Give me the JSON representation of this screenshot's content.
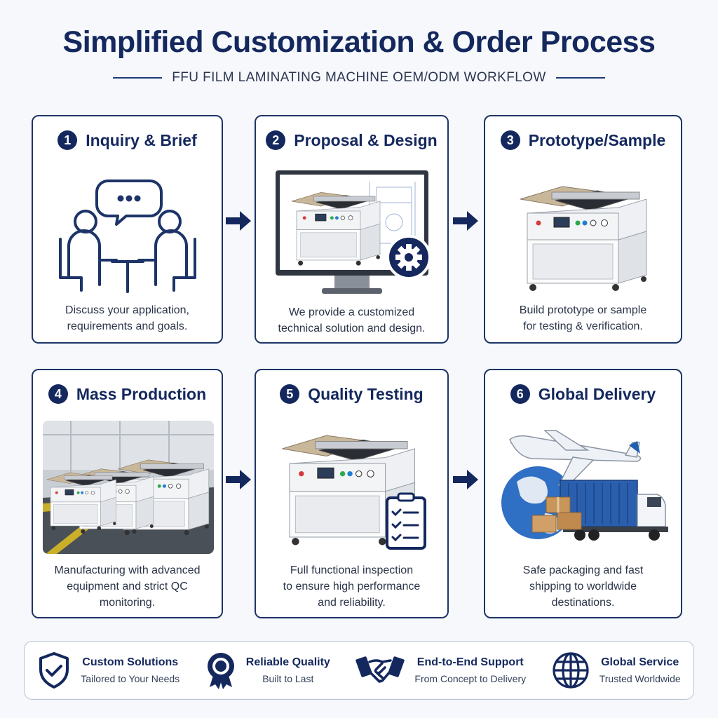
{
  "header": {
    "title": "Simplified Customization & Order Process",
    "subtitle": "FFU FILM LAMINATING MACHINE OEM/ODM WORKFLOW"
  },
  "steps": [
    {
      "number": "1",
      "title": "Inquiry & Brief",
      "lines": [
        "Discuss your application,",
        "requirements and goals."
      ],
      "icon": "meeting-icon"
    },
    {
      "number": "2",
      "title": "Proposal & Design",
      "lines": [
        "We provide a customized",
        "technical solution and design."
      ],
      "icon": "monitor-design-icon"
    },
    {
      "number": "3",
      "title": "Prototype/Sample",
      "lines": [
        "Build prototype or sample",
        "for testing & verification."
      ],
      "icon": "machine-image"
    },
    {
      "number": "4",
      "title": "Mass Production",
      "lines": [
        "Manufacturing with advanced",
        "equipment and strict QC",
        "monitoring."
      ],
      "icon": "factory-image"
    },
    {
      "number": "5",
      "title": "Quality Testing",
      "lines": [
        "Full functional inspection",
        "to ensure high performance",
        "and reliability."
      ],
      "icon": "checklist-icon"
    },
    {
      "number": "6",
      "title": "Global Delivery",
      "lines": [
        "Safe packaging and fast",
        "shipping to worldwide",
        "destinations."
      ],
      "icon": "delivery-icon"
    }
  ],
  "features": [
    {
      "title": "Custom Solutions",
      "subtitle": "Tailored to Your Needs",
      "icon": "shield-check-icon"
    },
    {
      "title": "Reliable Quality",
      "subtitle": "Built to Last",
      "icon": "award-ribbon-icon"
    },
    {
      "title": "End-to-End Support",
      "subtitle": "From Concept to Delivery",
      "icon": "handshake-icon"
    },
    {
      "title": "Global Service",
      "subtitle": "Trusted Worldwide",
      "icon": "globe-icon"
    }
  ],
  "colors": {
    "navy": "#14285e",
    "border": "#1d3468",
    "background": "#f7f8fb"
  }
}
